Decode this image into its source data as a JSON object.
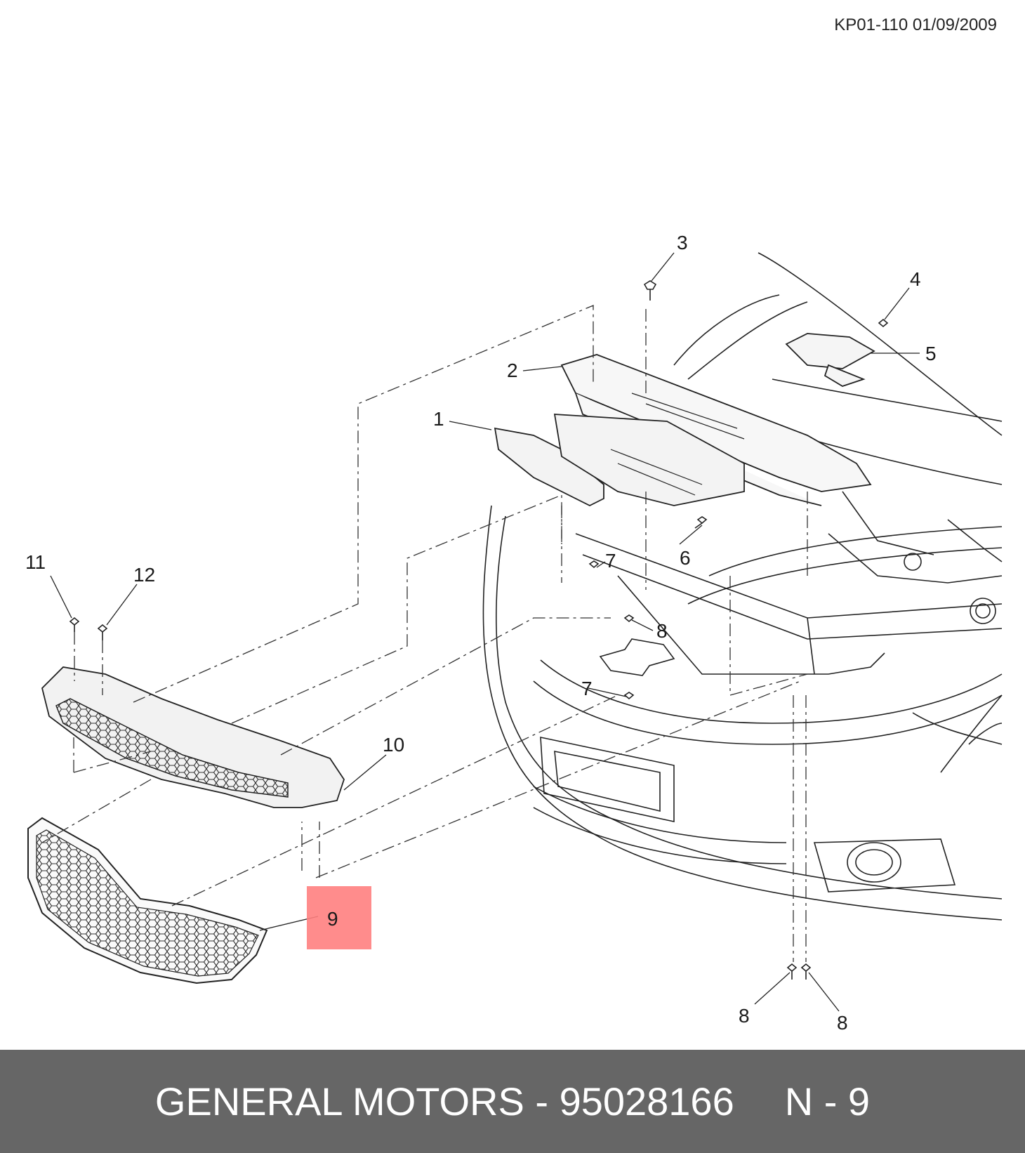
{
  "header": {
    "doc_code": "KP01-110 01/09/2009"
  },
  "callouts": [
    {
      "id": "c1",
      "label": "1"
    },
    {
      "id": "c2",
      "label": "2"
    },
    {
      "id": "c3",
      "label": "3"
    },
    {
      "id": "c4",
      "label": "4"
    },
    {
      "id": "c5",
      "label": "5"
    },
    {
      "id": "c6",
      "label": "6"
    },
    {
      "id": "c7a",
      "label": "7"
    },
    {
      "id": "c7b",
      "label": "7"
    },
    {
      "id": "c8a",
      "label": "8"
    },
    {
      "id": "c8b",
      "label": "8"
    },
    {
      "id": "c8c",
      "label": "8"
    },
    {
      "id": "c9",
      "label": "9"
    },
    {
      "id": "c10",
      "label": "10"
    },
    {
      "id": "c11",
      "label": "11"
    },
    {
      "id": "c12",
      "label": "12"
    }
  ],
  "highlight": {
    "label": "9",
    "color": "#ff7f7f"
  },
  "footer": {
    "title": "GENERAL MOTORS - 95028166",
    "part_ref": "N - 9",
    "background": "#666666"
  }
}
